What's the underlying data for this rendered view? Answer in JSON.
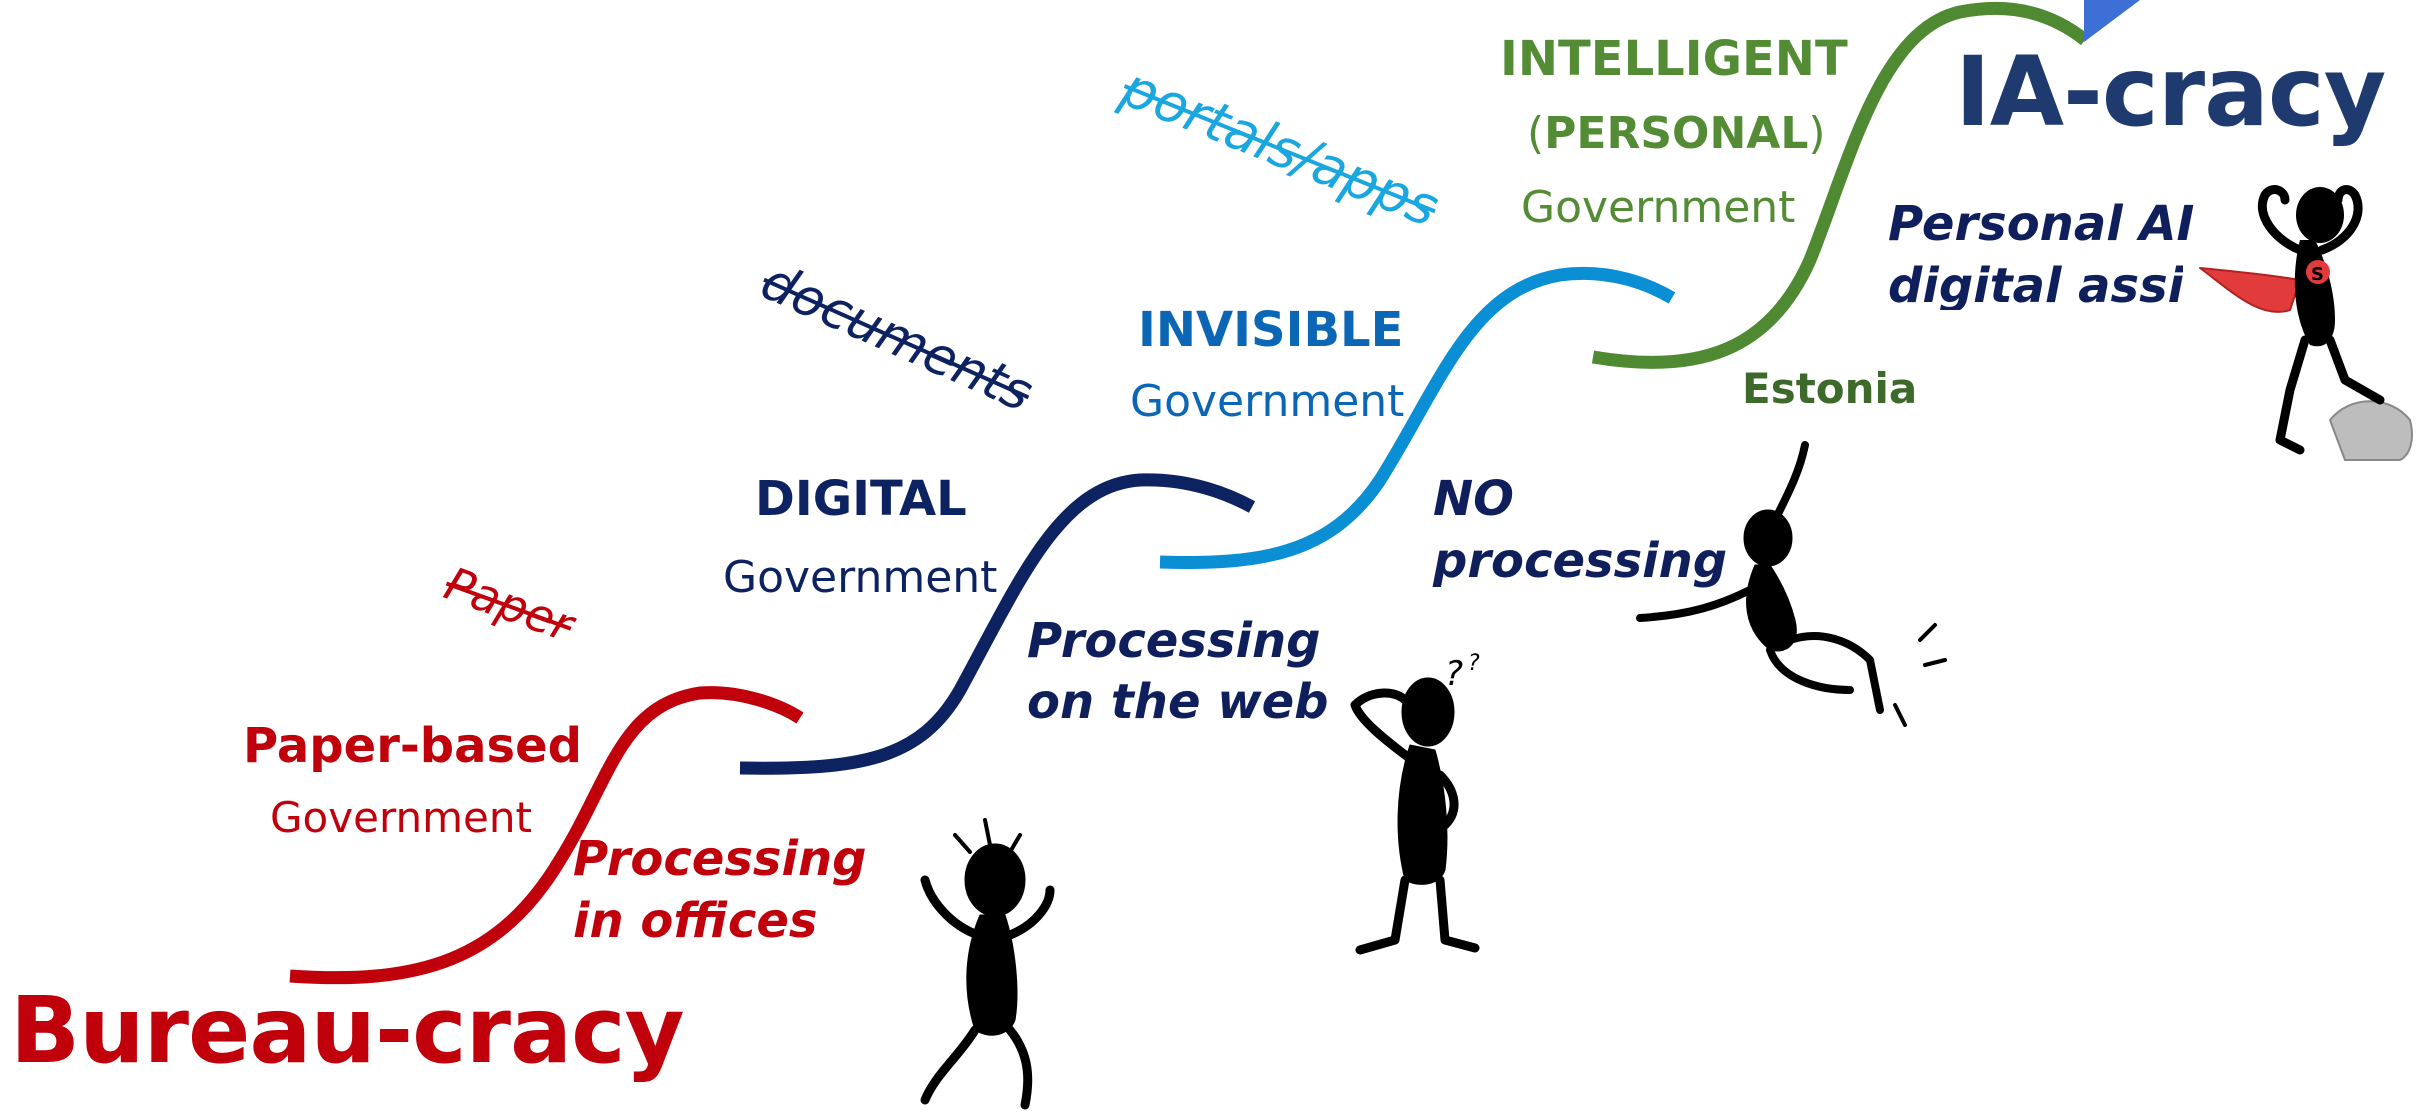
{
  "colors": {
    "paper": "#c0000b",
    "digital": "#0d2260",
    "invisible_stroke": "#0a8fd4",
    "invisible_text": "#0b67b5",
    "intelligent_stroke": "#4f8a32",
    "intelligent_text": "#538c35",
    "estonia": "#3d6a2a",
    "portals": "#1aa7e0",
    "ia": "#1f3a6e",
    "dark_italic": "#0f1f5c"
  },
  "stages": {
    "bureaucracy": "Bureau-cracy",
    "paper_struck": "Paper",
    "paper_title": "Paper-based",
    "paper_subtitle": "Government",
    "paper_processing_1": "Processing",
    "paper_processing_2": "in offices",
    "documents_struck": "documents",
    "digital_title": "DIGITAL",
    "digital_subtitle": "Government",
    "digital_processing_1": "Processing",
    "digital_processing_2": "on the web",
    "portals_struck": "portals/apps",
    "invisible_title": "INVISIBLE",
    "invisible_subtitle": "Government",
    "invisible_processing_1": "NO",
    "invisible_processing_2": "processing",
    "intelligent_title": "INTELLIGENT",
    "intelligent_paren_open": "(",
    "intelligent_paren_word": "PERSONAL",
    "intelligent_paren_close": ")",
    "intelligent_subtitle": "Government",
    "estonia": "Estonia",
    "assistant_1": "Personal AI",
    "assistant_2": "digital assis",
    "iacracy": "IA-cracy",
    "superhero_badge": "S"
  },
  "icons": [
    "frustrated-person-icon",
    "confused-person-icon",
    "falling-person-icon",
    "superhero-icon",
    "arrow-corner-icon"
  ]
}
